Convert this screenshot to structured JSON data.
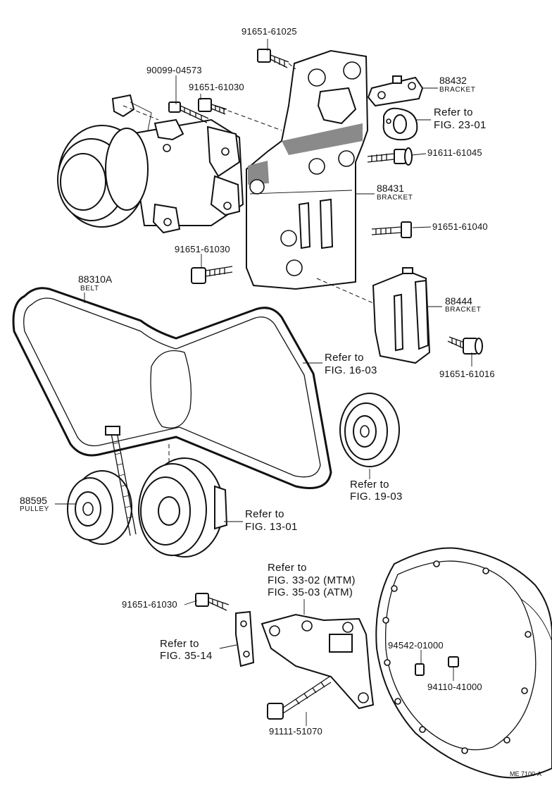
{
  "labels": {
    "p_91651_61025": "91651-61025",
    "p_90099_04573": "90099-04573",
    "p_91651_61030_a": "91651-61030",
    "p_88432": "88432",
    "p_88432_sub": "BRACKET",
    "ref_23_01_a": "Refer to",
    "ref_23_01_b": "FIG. 23-01",
    "p_91611_61045": "91611-61045",
    "p_88431": "88431",
    "p_88431_sub": "BRACKET",
    "p_91651_61040": "91651-61040",
    "p_91651_61030_b": "91651-61030",
    "p_88310A": "88310A",
    "p_88310A_sub": "BELT",
    "p_88444": "88444",
    "p_88444_sub": "BRACKET",
    "p_91651_61016": "91651-61016",
    "ref_16_03_a": "Refer to",
    "ref_16_03_b": "FIG. 16-03",
    "ref_19_03_a": "Refer to",
    "ref_19_03_b": "FIG. 19-03",
    "p_88595": "88595",
    "p_88595_sub": "PULLEY",
    "ref_13_01_a": "Refer to",
    "ref_13_01_b": "FIG. 13-01",
    "ref_33_a": "Refer to",
    "ref_33_b": "FIG. 33-02 (MTM)",
    "ref_33_c": "FIG. 35-03 (ATM)",
    "p_91651_61030_c": "91651-61030",
    "ref_35_14_a": "Refer to",
    "ref_35_14_b": "FIG. 35-14",
    "p_94542_01000": "94542-01000",
    "p_94110_41000": "94110-41000",
    "p_91111_51070": "91111-51070",
    "footer_code": "ME  7100-A"
  }
}
